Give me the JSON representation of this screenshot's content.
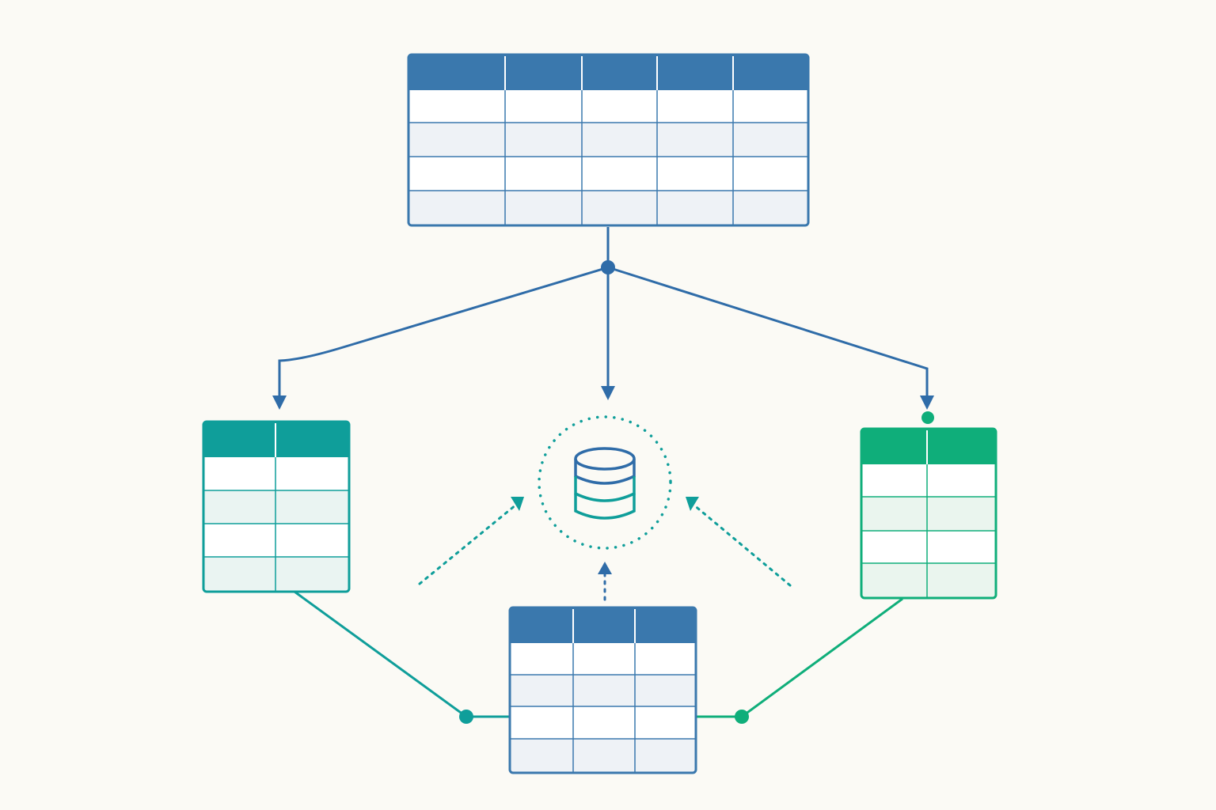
{
  "colors": {
    "background": "#fbfaf5",
    "blue": "#3a78ad",
    "blue_line": "#2f6ca8",
    "teal": "#0f9e9a",
    "green": "#0fae7a",
    "row_fill_blue": "#eef2f6",
    "row_fill_teal": "#eaf4f2",
    "row_fill_green": "#eaf5ee",
    "cell_fill": "#ffffff"
  },
  "tables": [
    {
      "name": "top-table",
      "color": "blue",
      "columns": 5,
      "rows": 4
    },
    {
      "name": "left-table",
      "color": "teal",
      "columns": 2,
      "rows": 4
    },
    {
      "name": "right-table",
      "color": "green",
      "columns": 2,
      "rows": 4
    },
    {
      "name": "bottom-table",
      "color": "blue",
      "columns": 3,
      "rows": 4
    }
  ],
  "center_node": {
    "icon": "database-icon",
    "ring": "dotted"
  },
  "connectors": [
    {
      "name": "top-to-left",
      "style": "solid",
      "arrow": "down"
    },
    {
      "name": "top-to-database",
      "style": "solid",
      "arrow": "down"
    },
    {
      "name": "top-to-right",
      "style": "solid",
      "arrow": "down"
    },
    {
      "name": "left-to-bottom",
      "style": "solid"
    },
    {
      "name": "right-to-bottom",
      "style": "solid"
    },
    {
      "name": "bottom-to-database",
      "style": "dotted",
      "arrow": "up"
    },
    {
      "name": "left-to-database",
      "style": "dotted",
      "arrow": "up-right"
    },
    {
      "name": "right-to-database",
      "style": "dotted",
      "arrow": "up-left"
    }
  ]
}
